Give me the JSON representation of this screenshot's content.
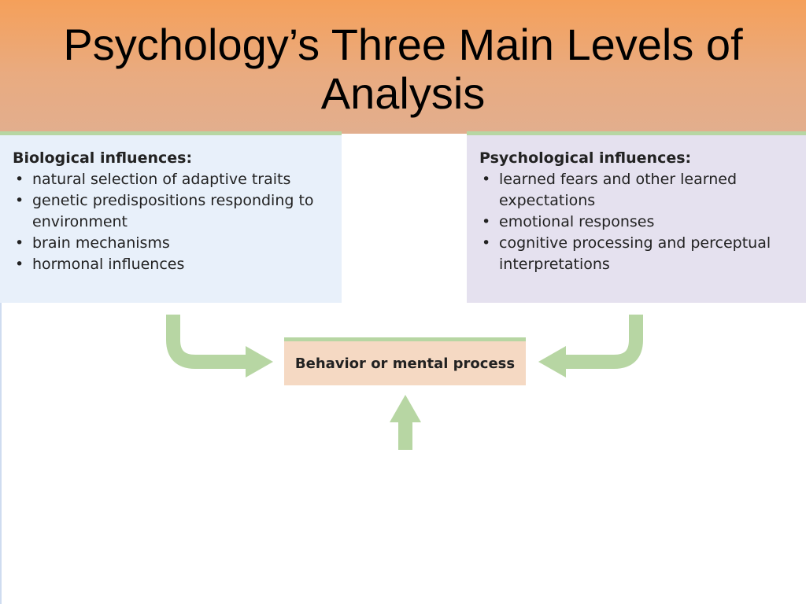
{
  "title": "Psychology’s Three Main Levels of Analysis",
  "biological": {
    "heading": "Biological influences:",
    "items": [
      "natural selection of adaptive traits",
      "genetic predispositions responding to environment",
      "brain mechanisms",
      "hormonal influences"
    ]
  },
  "psychological": {
    "heading": "Psychological influences:",
    "items": [
      "learned fears and other learned expectations",
      "emotional responses",
      "cognitive processing and perceptual interpretations"
    ]
  },
  "center": {
    "label": "Behavior or mental process"
  },
  "colors": {
    "title_band": "#f5a05a",
    "arrow": "#b7d6a3",
    "bio_panel": "#e8f0fa",
    "psy_panel": "#e5e1ef",
    "center_box": "#f5d9c3"
  },
  "bullet_glyph": "•"
}
